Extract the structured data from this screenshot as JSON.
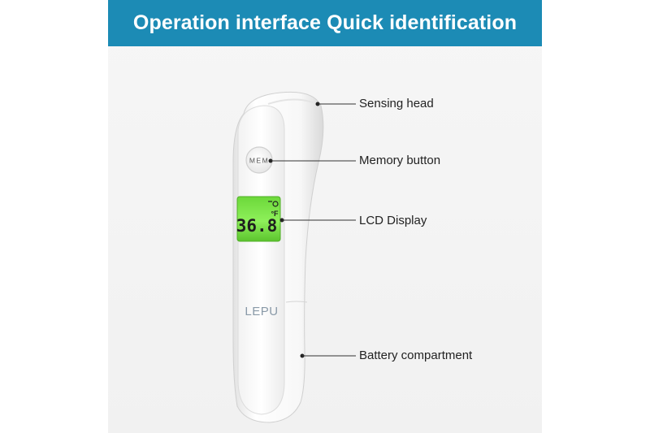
{
  "header": {
    "title": "Operation interface Quick identification"
  },
  "device": {
    "button_label": "MEM",
    "display_reading": "36.8",
    "display_unit": "°F",
    "brand": "LEPU"
  },
  "callouts": {
    "sensing_head": "Sensing head",
    "memory_button": "Memory button",
    "lcd_display": "LCD Display",
    "battery_compartment": "Battery compartment"
  },
  "colors": {
    "header_bg": "#1c8bb5",
    "lcd_green": "#7fe24a"
  }
}
